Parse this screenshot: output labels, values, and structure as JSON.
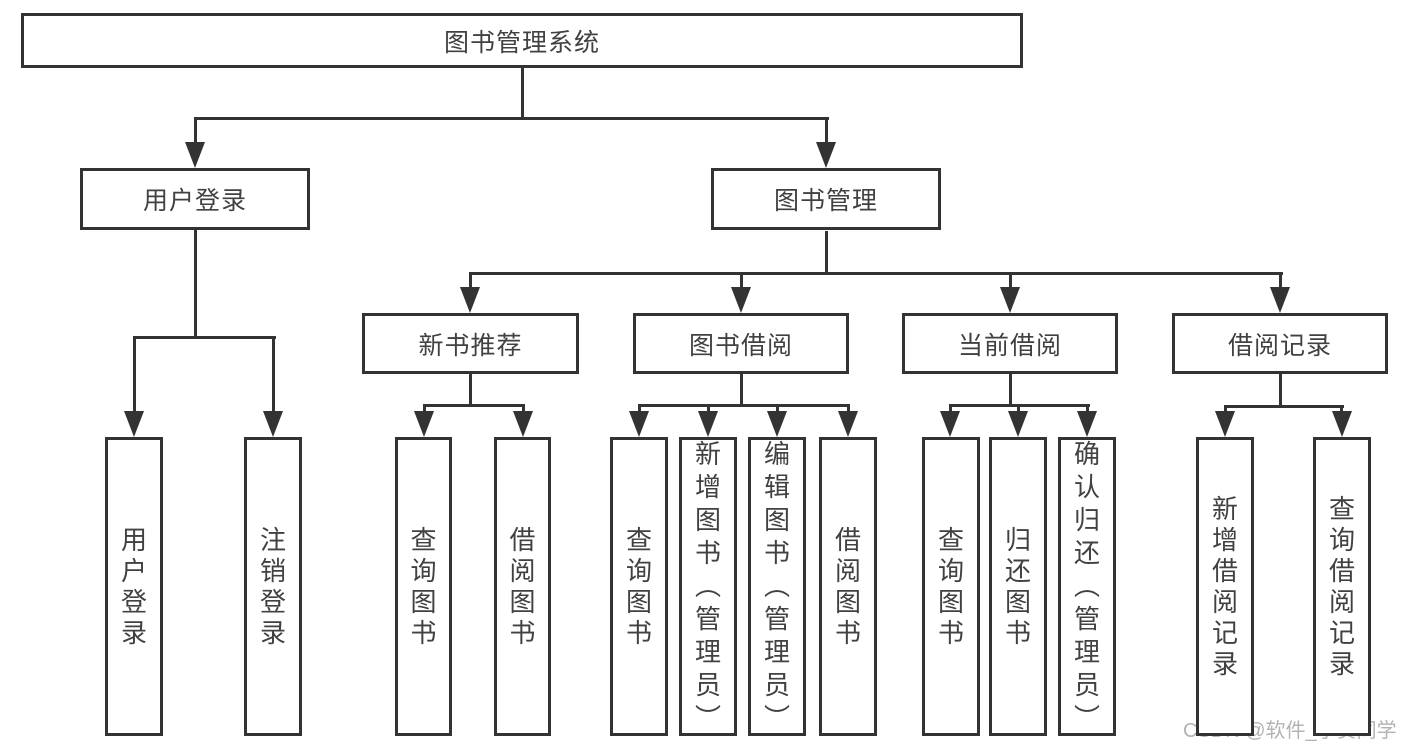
{
  "title": "图书管理系统",
  "watermark": {
    "text": "CSDN @软件_小贺同学"
  },
  "colors": {
    "line": "#333333",
    "text": "#414141",
    "background": "#ffffff",
    "watermark": "#b3b3b3"
  },
  "chart_data": {
    "type": "tree-diagram",
    "root": "图书管理系统",
    "levels": [
      [
        "用户登录",
        "图书管理"
      ],
      [
        "新书推荐",
        "图书借阅",
        "当前借阅",
        "借阅记录"
      ]
    ]
  },
  "nodes": [
    {
      "id": "library-system",
      "label": "图书管理系统",
      "parent": null,
      "orientation": "horizontal"
    },
    {
      "id": "user-login",
      "label": "用户登录",
      "parent": "library-system",
      "orientation": "horizontal"
    },
    {
      "id": "book-management",
      "label": "图书管理",
      "parent": "library-system",
      "orientation": "horizontal"
    },
    {
      "id": "new-book-recommend",
      "label": "新书推荐",
      "parent": "book-management",
      "orientation": "horizontal"
    },
    {
      "id": "book-borrow",
      "label": "图书借阅",
      "parent": "book-management",
      "orientation": "horizontal"
    },
    {
      "id": "current-borrow",
      "label": "当前借阅",
      "parent": "book-management",
      "orientation": "horizontal"
    },
    {
      "id": "borrow-records",
      "label": "借阅记录",
      "parent": "book-management",
      "orientation": "horizontal"
    },
    {
      "id": "user-login-action",
      "label": "用户登录",
      "parent": "user-login",
      "orientation": "vertical"
    },
    {
      "id": "logout",
      "label": "注销登录",
      "parent": "user-login",
      "orientation": "vertical"
    },
    {
      "id": "nb-query-books",
      "label": "查询图书",
      "parent": "new-book-recommend",
      "orientation": "vertical"
    },
    {
      "id": "nb-borrow-books",
      "label": "借阅图书",
      "parent": "new-book-recommend",
      "orientation": "vertical"
    },
    {
      "id": "bb-query-books",
      "label": "查询图书",
      "parent": "book-borrow",
      "orientation": "vertical"
    },
    {
      "id": "bb-add-books",
      "label": "新增图书（管理员）",
      "parent": "book-borrow",
      "orientation": "vertical"
    },
    {
      "id": "bb-edit-books",
      "label": "编辑图书（管理员）",
      "parent": "book-borrow",
      "orientation": "vertical"
    },
    {
      "id": "bb-borrow-books",
      "label": "借阅图书",
      "parent": "book-borrow",
      "orientation": "vertical"
    },
    {
      "id": "cb-query-books",
      "label": "查询图书",
      "parent": "current-borrow",
      "orientation": "vertical"
    },
    {
      "id": "cb-return-books",
      "label": "归还图书",
      "parent": "current-borrow",
      "orientation": "vertical"
    },
    {
      "id": "cb-confirm-return",
      "label": "确认归还（管理员）",
      "parent": "current-borrow",
      "orientation": "vertical"
    },
    {
      "id": "br-add-record",
      "label": "新增借阅记录",
      "parent": "borrow-records",
      "orientation": "vertical"
    },
    {
      "id": "br-query-record",
      "label": "查询借阅记录",
      "parent": "borrow-records",
      "orientation": "vertical"
    }
  ]
}
